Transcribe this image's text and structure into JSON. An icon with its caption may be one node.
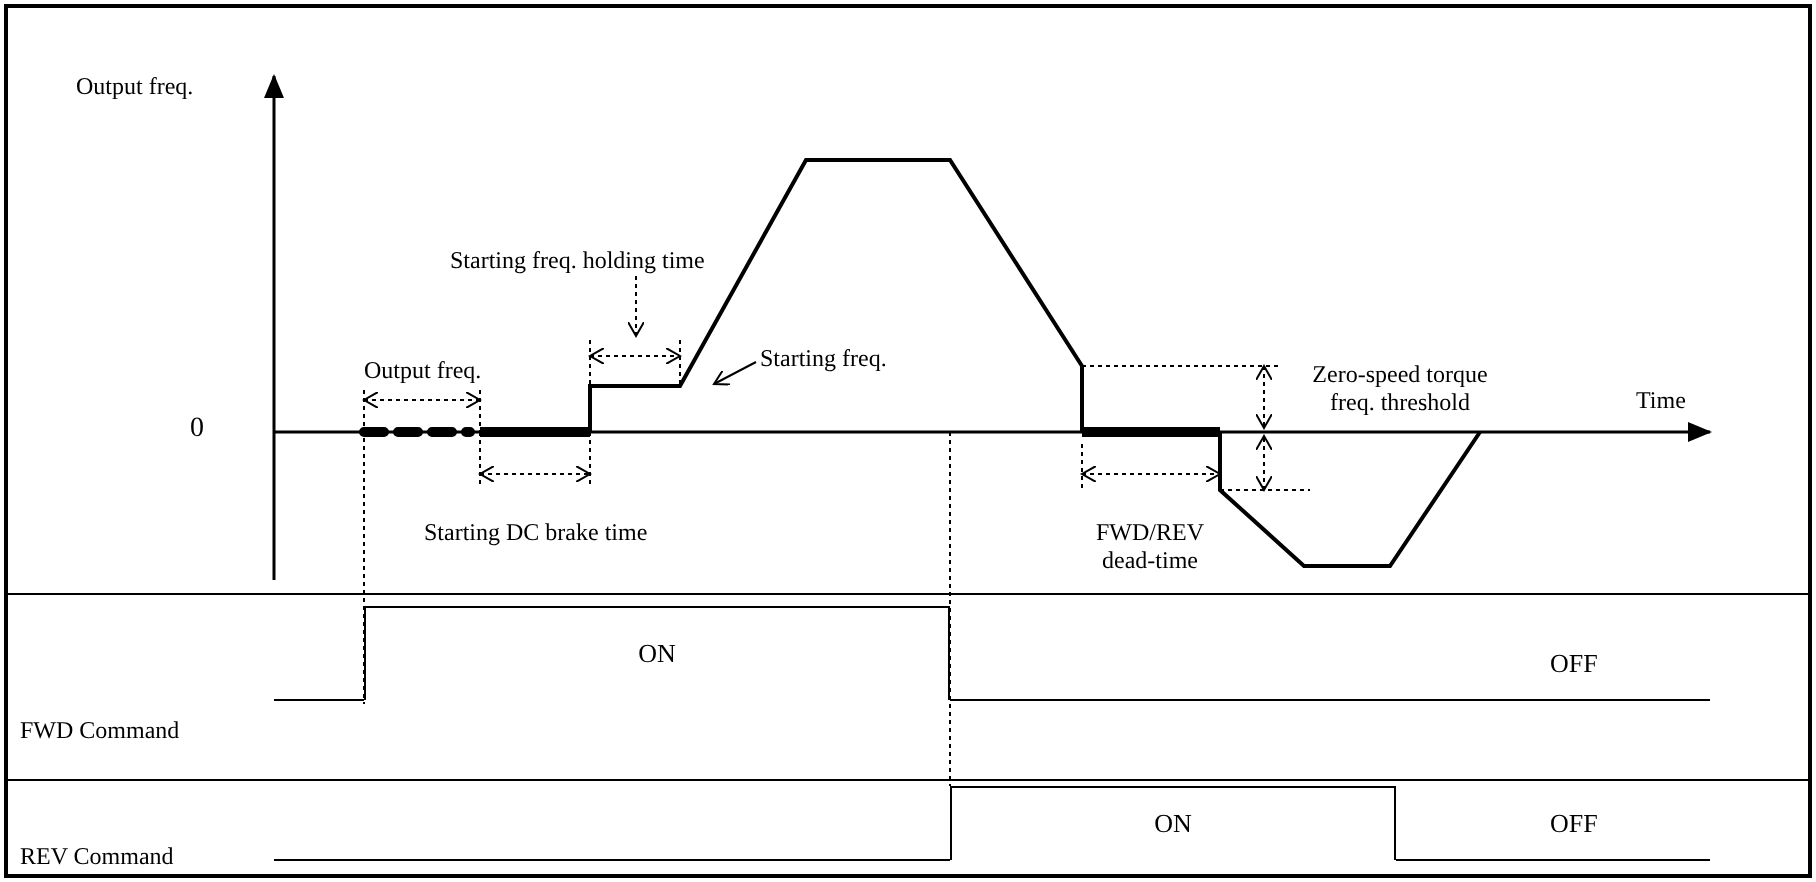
{
  "diagram": {
    "nodes": [
      {
        "text": [
          "Starting freq. holding time"
        ]
      },
      {
        "text": [
          "Starting freq."
        ]
      },
      {
        "text": [
          "ON"
        ]
      },
      {
        "text": [
          "ON"
        ]
      }
    ],
    "edges": [
      {
        "from": 0,
        "to": null,
        "arrow": "to",
        "style": "dashed"
      },
      {
        "from": 1,
        "to": null,
        "arrow": "to"
      }
    ],
    "labels": [
      "Output freq.",
      "0",
      "Time",
      "Output freq.",
      "Starting DC brake time",
      "Zero-speed torque freq. threshold",
      "FWD/REV dead-time",
      "FWD Command",
      "OFF",
      "REV Command",
      "OFF"
    ]
  }
}
